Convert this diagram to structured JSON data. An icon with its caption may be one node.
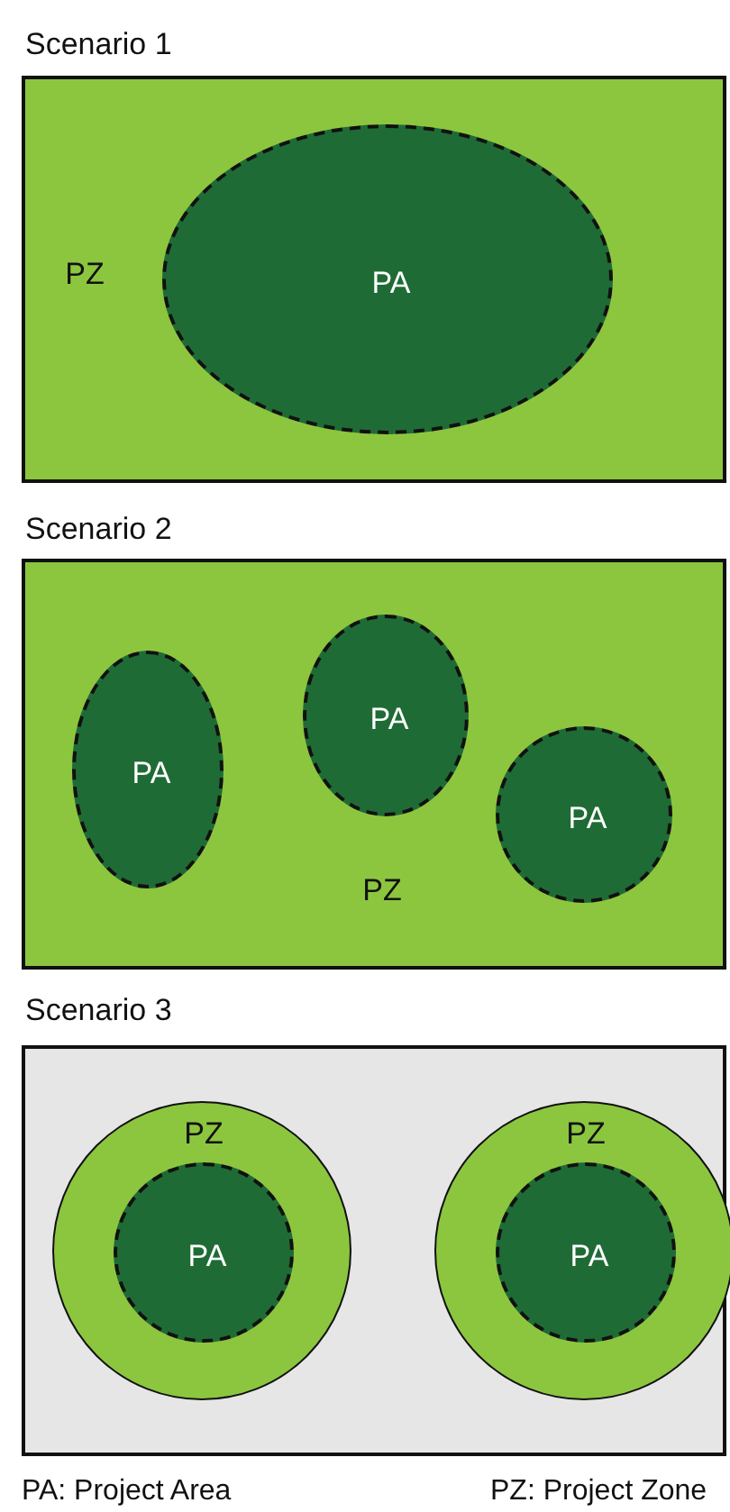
{
  "diagram": {
    "nodes": [
      {
        "text": [
          "Scenario 1",
          "PZ"
        ]
      },
      {
        "text": [
          "PA"
        ],
        "in": 0
      },
      {
        "text": [
          "Scenario 2",
          "PZ"
        ]
      },
      {
        "text": [
          "PA"
        ],
        "in": 2
      },
      {
        "text": [
          "PA"
        ],
        "in": 2
      },
      {
        "text": [
          "PA"
        ],
        "in": 2
      },
      {
        "text": [
          "Scenario 3"
        ]
      },
      {
        "text": [
          "PZ"
        ],
        "in": 6
      },
      {
        "text": [
          "PA"
        ],
        "in": 7
      },
      {
        "text": [
          "PZ"
        ],
        "in": 6
      },
      {
        "text": [
          "PA"
        ],
        "in": 9
      }
    ],
    "labels": [
      "PA: Project Area",
      "PZ: Project Zone"
    ]
  }
}
